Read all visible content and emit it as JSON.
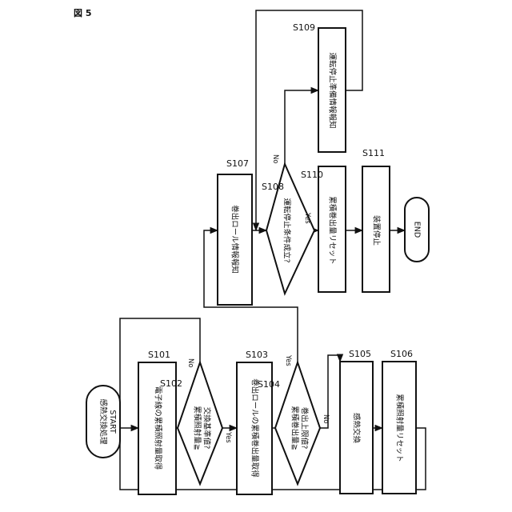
{
  "figure_title": "図 5",
  "nodes": {
    "start": {
      "line1": "感熱交換処理",
      "line2": "START"
    },
    "s101": {
      "step": "S101",
      "text": "電子線の累積照射量取得"
    },
    "s102": {
      "step": "S102",
      "line1": "累積照射量≧",
      "line2": "交換基準値?"
    },
    "s103": {
      "step": "S103",
      "text": "巻出ロールの累積巻出量取得"
    },
    "s104": {
      "step": "S104",
      "line1": "累積巻出量≧",
      "line2": "巻出上限値?"
    },
    "s105": {
      "step": "S105",
      "text": "感熱交換"
    },
    "s106": {
      "step": "S106",
      "text": "累積照射量リセット"
    },
    "s107": {
      "step": "S107",
      "text": "巻出ロール情報報知"
    },
    "s108": {
      "step": "S108",
      "text": "運転停止条件成立?"
    },
    "s109": {
      "step": "S109",
      "text": "運転停止準備情報報知"
    },
    "s110": {
      "step": "S110",
      "text": "累積巻出量リセット"
    },
    "s111": {
      "step": "S111",
      "text": "装置停止"
    },
    "end": {
      "text": "END"
    }
  },
  "branch_labels": {
    "yes": "Yes",
    "no": "No"
  }
}
